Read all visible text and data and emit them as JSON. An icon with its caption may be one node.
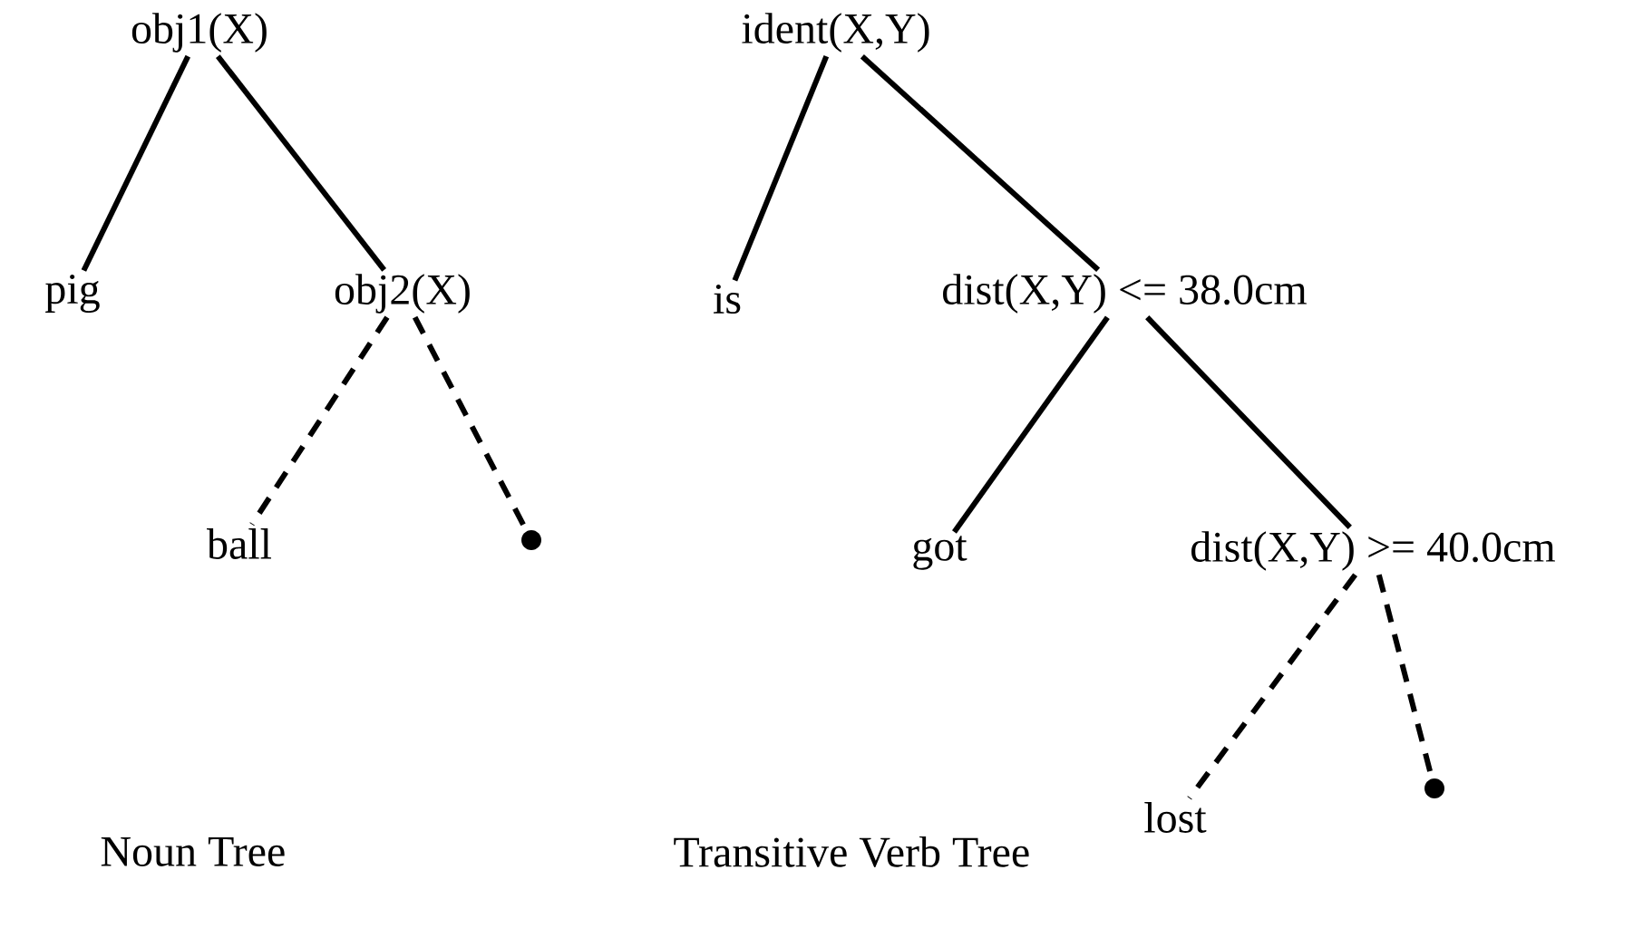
{
  "diagram": {
    "nodes": [
      {
        "text": [
          "obj1(X)"
        ]
      },
      {
        "text": [
          "pig"
        ]
      },
      {
        "text": [
          "obj2(X)"
        ]
      },
      {
        "text": [
          "ball"
        ]
      },
      {
        "text": [],
        "shape": "circle"
      },
      {
        "text": [
          "ident(X,Y)"
        ]
      },
      {
        "text": [
          "is"
        ]
      },
      {
        "text": [
          "dist(X,Y) <= 38.0cm"
        ]
      },
      {
        "text": [
          "got"
        ]
      },
      {
        "text": [
          "dist(X,Y) >= 40.0cm"
        ]
      },
      {
        "text": [
          "lost"
        ]
      },
      {
        "text": [],
        "shape": "circle"
      }
    ],
    "edges": [
      {
        "from": 0,
        "to": 1,
        "arrow": "none"
      },
      {
        "from": 0,
        "to": 2,
        "arrow": "none"
      },
      {
        "from": 2,
        "to": 3,
        "arrow": "none",
        "style": "dashed"
      },
      {
        "from": 2,
        "to": 4,
        "arrow": "none",
        "style": "dashed"
      },
      {
        "from": 5,
        "to": 6,
        "arrow": "none"
      },
      {
        "from": 5,
        "to": 7,
        "arrow": "none"
      },
      {
        "from": 7,
        "to": 8,
        "arrow": "none"
      },
      {
        "from": 7,
        "to": 9,
        "arrow": "none"
      },
      {
        "from": 9,
        "to": 10,
        "arrow": "none",
        "style": "dashed"
      },
      {
        "from": 9,
        "to": 11,
        "arrow": "none",
        "style": "dashed"
      }
    ],
    "labels": [
      "Noun Tree",
      "Transitive Verb Tree"
    ]
  }
}
